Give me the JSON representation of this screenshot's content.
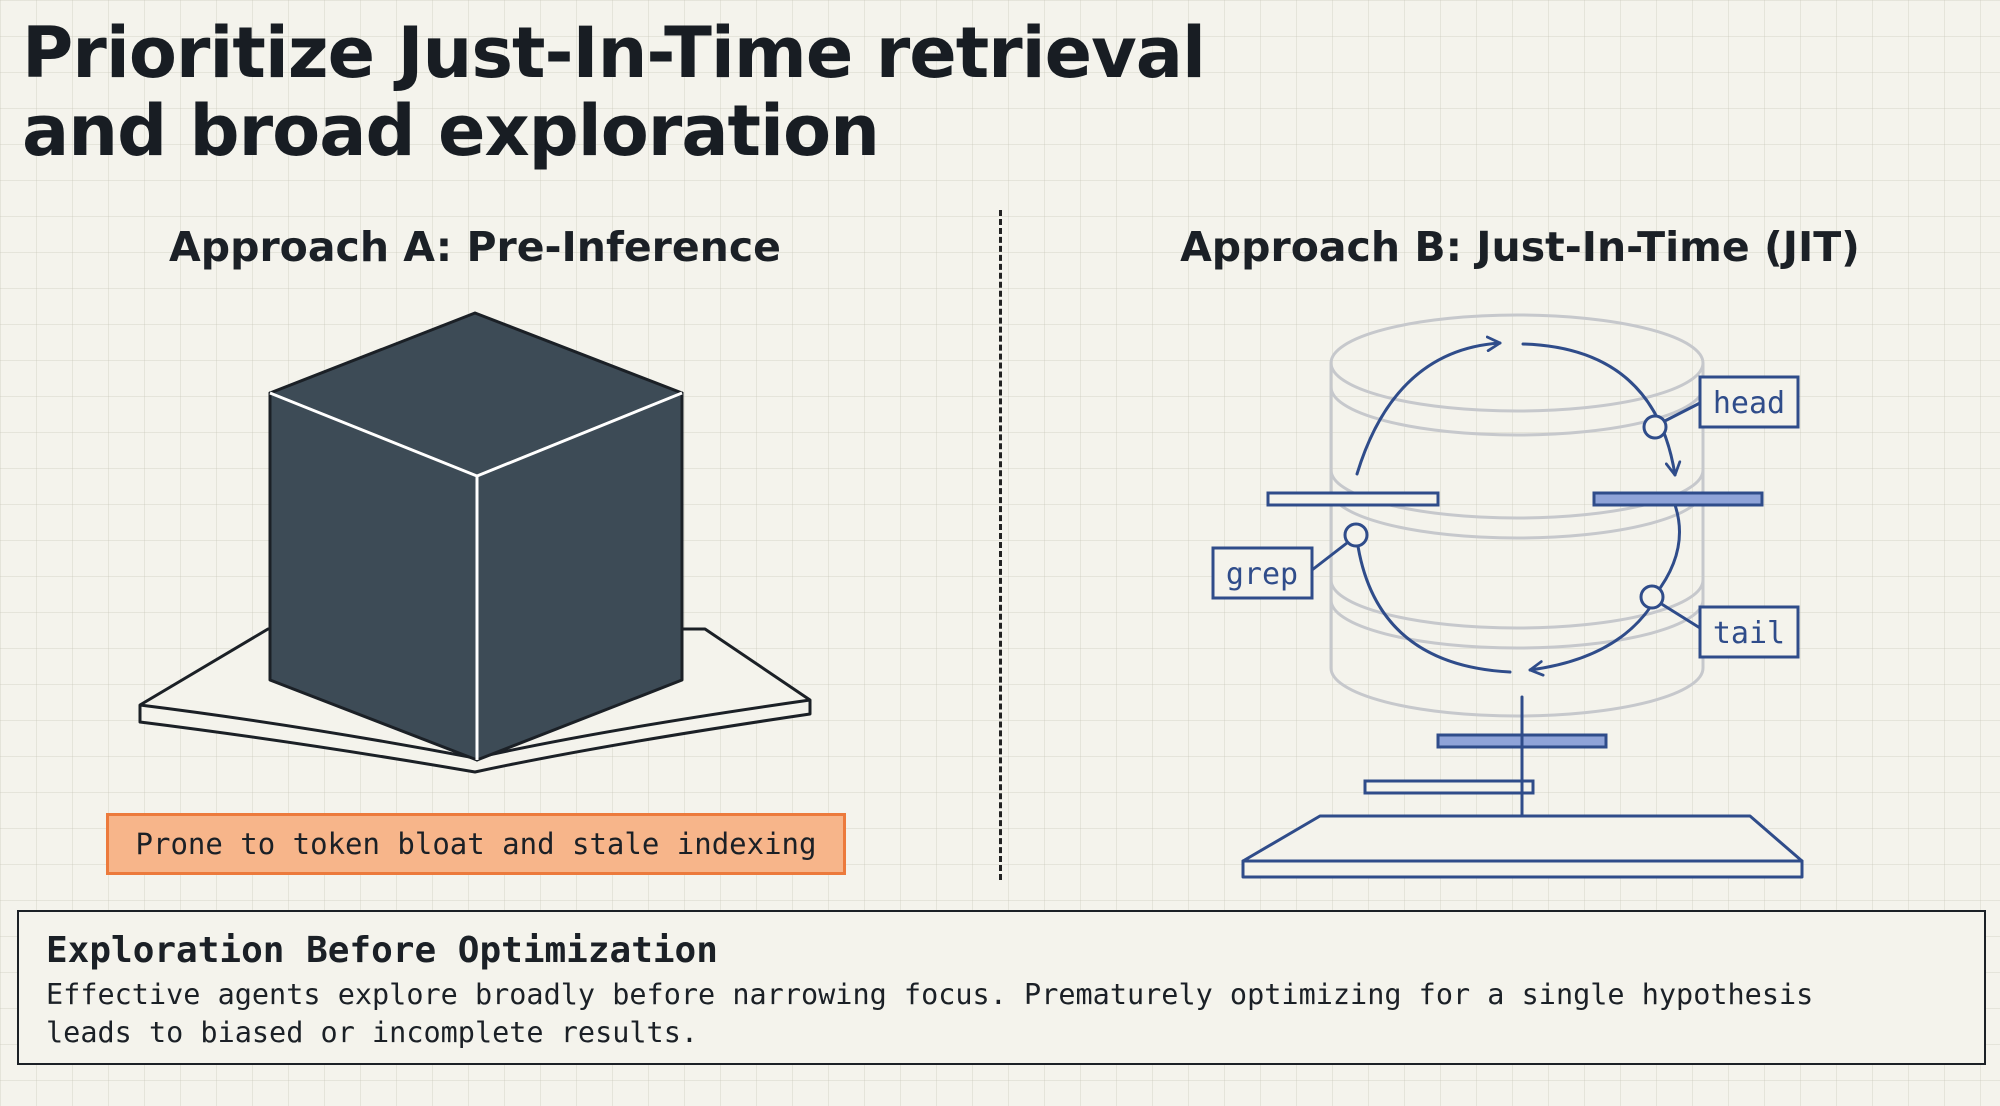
{
  "header": {
    "title_line1": "Prioritize Just-In-Time retrieval",
    "title_line2": "and broad exploration"
  },
  "approach_a": {
    "title": "Approach A: Pre-Inference",
    "warning": "Prone to token bloat and stale indexing"
  },
  "approach_b": {
    "title": "Approach B: Just-In-Time (JIT)",
    "labels": {
      "head": "head",
      "grep": "grep",
      "tail": "tail"
    }
  },
  "footer": {
    "title": "Exploration Before Optimization",
    "body_line1": "Effective agents explore broadly before narrowing focus. Prematurely optimizing for a single hypothesis",
    "body_line2": "leads to biased or incomplete results."
  },
  "colors": {
    "background": "#f4f3ec",
    "cube": "#3d4b56",
    "blue": "#2f4c8a",
    "warning_fill": "#f7b58a",
    "warning_border": "#ec7a3c"
  }
}
